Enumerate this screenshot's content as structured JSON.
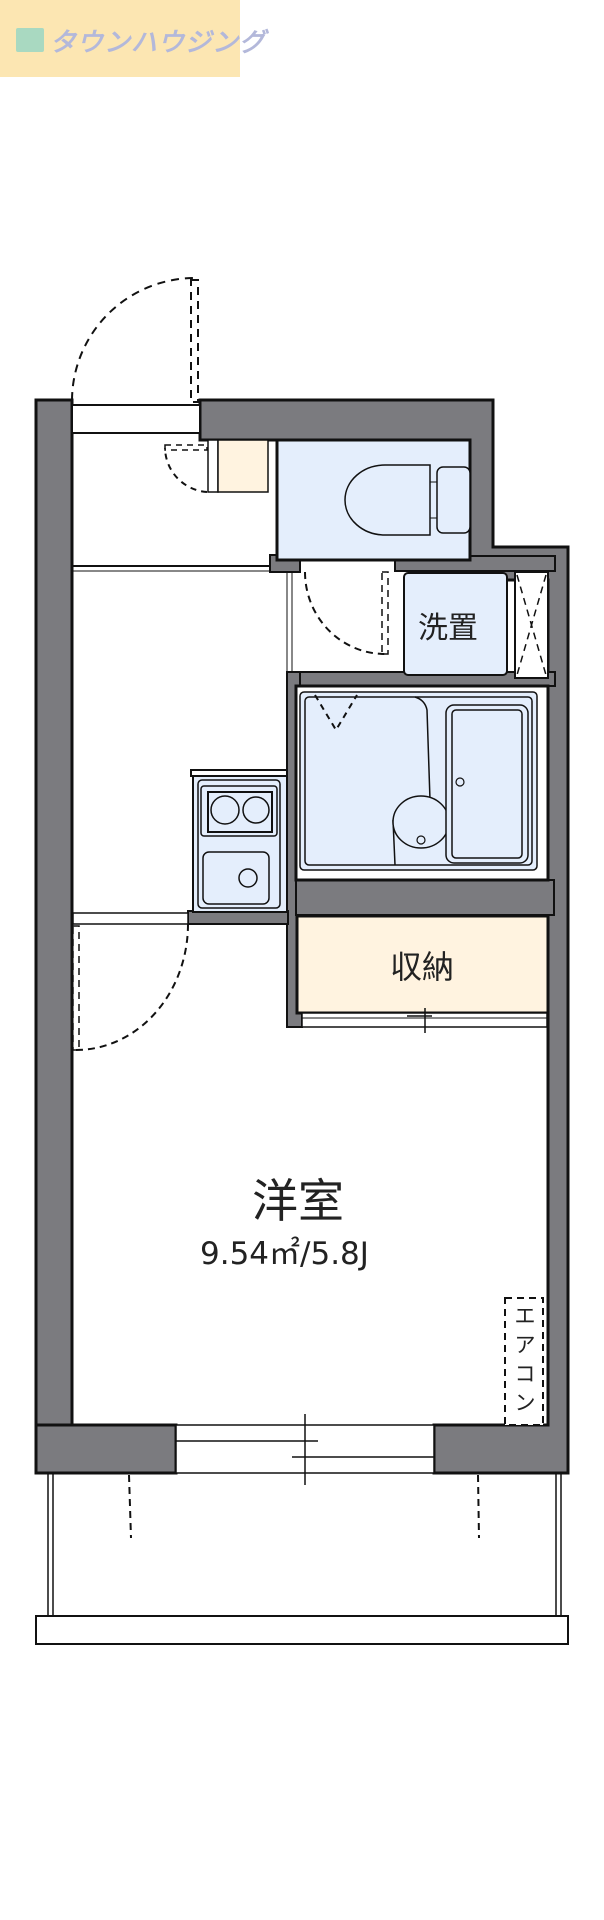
{
  "logo": {
    "text": "タウンハウジング",
    "icon": "tree-icon",
    "colors": {
      "background": "#fce6b2",
      "icon": "#a9d9c1",
      "text": "#b3b8da"
    }
  },
  "floor_plan": {
    "type": "1K apartment floor plan",
    "colors": {
      "wall": "#7b7b7f",
      "wall_outline": "#111111",
      "wet_area": "#e4eefc",
      "storage": "#fff3e0",
      "floor": "#ffffff"
    },
    "rooms": {
      "main_room": {
        "name": "洋室",
        "area": "9.54㎡/5.8J"
      },
      "washer": {
        "name": "洗置"
      },
      "storage": {
        "name": "収納"
      },
      "aircon": {
        "name": "エアコン",
        "chars": [
          "エ",
          "ア",
          "コ",
          "ン"
        ]
      }
    },
    "fixtures": [
      "entrance-door",
      "shoe-closet",
      "toilet",
      "unit-bath",
      "kitchen-stove",
      "kitchen-sink",
      "washer-space",
      "cabinet",
      "storage-closet",
      "sliding-window",
      "balcony"
    ]
  }
}
